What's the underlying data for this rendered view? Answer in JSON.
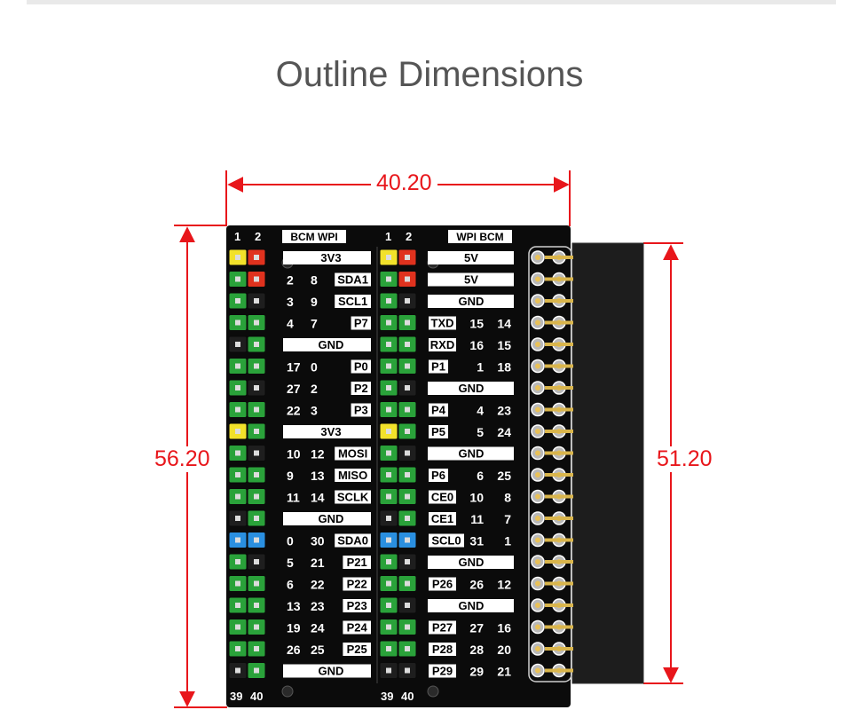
{
  "title": "Outline Dimensions",
  "dimensions": {
    "width": "40.20",
    "height": "56.20",
    "header_height": "51.20"
  },
  "board": {
    "left_header": {
      "col1": "1",
      "col2": "2",
      "bottom1": "39",
      "bottom2": "40",
      "label": "BCM WPI"
    },
    "right_header": {
      "col1": "1",
      "col2": "2",
      "bottom1": "39",
      "bottom2": "40",
      "label": "WPI BCM"
    },
    "left_rows": [
      {
        "n1": "",
        "n2": "",
        "lbl": "3V3",
        "style": "bar"
      },
      {
        "n1": "2",
        "n2": "8",
        "lbl": "SDA1",
        "style": "box"
      },
      {
        "n1": "3",
        "n2": "9",
        "lbl": "SCL1",
        "style": "box"
      },
      {
        "n1": "4",
        "n2": "7",
        "lbl": "P7",
        "style": "box"
      },
      {
        "n1": "",
        "n2": "",
        "lbl": "GND",
        "style": "bar"
      },
      {
        "n1": "17",
        "n2": "0",
        "lbl": "P0",
        "style": "box"
      },
      {
        "n1": "27",
        "n2": "2",
        "lbl": "P2",
        "style": "box"
      },
      {
        "n1": "22",
        "n2": "3",
        "lbl": "P3",
        "style": "box"
      },
      {
        "n1": "",
        "n2": "",
        "lbl": "3V3",
        "style": "bar"
      },
      {
        "n1": "10",
        "n2": "12",
        "lbl": "MOSI",
        "style": "box"
      },
      {
        "n1": "9",
        "n2": "13",
        "lbl": "MISO",
        "style": "box"
      },
      {
        "n1": "11",
        "n2": "14",
        "lbl": "SCLK",
        "style": "box"
      },
      {
        "n1": "",
        "n2": "",
        "lbl": "GND",
        "style": "bar"
      },
      {
        "n1": "0",
        "n2": "30",
        "lbl": "SDA0",
        "style": "box"
      },
      {
        "n1": "5",
        "n2": "21",
        "lbl": "P21",
        "style": "box"
      },
      {
        "n1": "6",
        "n2": "22",
        "lbl": "P22",
        "style": "box"
      },
      {
        "n1": "13",
        "n2": "23",
        "lbl": "P23",
        "style": "box"
      },
      {
        "n1": "19",
        "n2": "24",
        "lbl": "P24",
        "style": "box"
      },
      {
        "n1": "26",
        "n2": "25",
        "lbl": "P25",
        "style": "box"
      },
      {
        "n1": "",
        "n2": "",
        "lbl": "GND",
        "style": "bar"
      }
    ],
    "right_rows": [
      {
        "lbl": "5V",
        "n1": "",
        "n2": "",
        "style": "bar"
      },
      {
        "lbl": "5V",
        "n1": "",
        "n2": "",
        "style": "bar"
      },
      {
        "lbl": "GND",
        "n1": "",
        "n2": "",
        "style": "bar"
      },
      {
        "lbl": "TXD",
        "n1": "15",
        "n2": "14",
        "style": "box"
      },
      {
        "lbl": "RXD",
        "n1": "16",
        "n2": "15",
        "style": "box"
      },
      {
        "lbl": "P1",
        "n1": "1",
        "n2": "18",
        "style": "box"
      },
      {
        "lbl": "GND",
        "n1": "",
        "n2": "",
        "style": "bar"
      },
      {
        "lbl": "P4",
        "n1": "4",
        "n2": "23",
        "style": "box"
      },
      {
        "lbl": "P5",
        "n1": "5",
        "n2": "24",
        "style": "box"
      },
      {
        "lbl": "GND",
        "n1": "",
        "n2": "",
        "style": "bar"
      },
      {
        "lbl": "P6",
        "n1": "6",
        "n2": "25",
        "style": "box"
      },
      {
        "lbl": "CE0",
        "n1": "10",
        "n2": "8",
        "style": "box"
      },
      {
        "lbl": "CE1",
        "n1": "11",
        "n2": "7",
        "style": "box"
      },
      {
        "lbl": "SCL0",
        "n1": "31",
        "n2": "1",
        "style": "box"
      },
      {
        "lbl": "GND",
        "n1": "",
        "n2": "",
        "style": "bar"
      },
      {
        "lbl": "P26",
        "n1": "26",
        "n2": "12",
        "style": "box"
      },
      {
        "lbl": "GND",
        "n1": "",
        "n2": "",
        "style": "bar"
      },
      {
        "lbl": "P27",
        "n1": "27",
        "n2": "16",
        "style": "box"
      },
      {
        "lbl": "P28",
        "n1": "28",
        "n2": "20",
        "style": "box"
      },
      {
        "lbl": "P29",
        "n1": "29",
        "n2": "21",
        "style": "box"
      }
    ],
    "left_jumpers": [
      [
        "yellow",
        "red"
      ],
      [
        "green",
        "red"
      ],
      [
        "green",
        "black"
      ],
      [
        "green",
        "green"
      ],
      [
        "black",
        "green"
      ],
      [
        "green",
        "green"
      ],
      [
        "green",
        "black"
      ],
      [
        "green",
        "green"
      ],
      [
        "yellow",
        "green"
      ],
      [
        "green",
        "black"
      ],
      [
        "green",
        "green"
      ],
      [
        "green",
        "green"
      ],
      [
        "black",
        "green"
      ],
      [
        "blue",
        "blue"
      ],
      [
        "green",
        "black"
      ],
      [
        "green",
        "green"
      ],
      [
        "green",
        "green"
      ],
      [
        "green",
        "green"
      ],
      [
        "green",
        "green"
      ],
      [
        "black",
        "green"
      ]
    ],
    "right_jumpers": [
      [
        "yellow",
        "red"
      ],
      [
        "green",
        "red"
      ],
      [
        "green",
        "black"
      ],
      [
        "green",
        "green"
      ],
      [
        "green",
        "green"
      ],
      [
        "green",
        "green"
      ],
      [
        "green",
        "black"
      ],
      [
        "green",
        "green"
      ],
      [
        "yellow",
        "green"
      ],
      [
        "green",
        "black"
      ],
      [
        "green",
        "green"
      ],
      [
        "green",
        "green"
      ],
      [
        "black",
        "green"
      ],
      [
        "blue",
        "blue"
      ],
      [
        "green",
        "black"
      ],
      [
        "green",
        "green"
      ],
      [
        "green",
        "black"
      ],
      [
        "green",
        "green"
      ],
      [
        "green",
        "green"
      ],
      [
        "black",
        "black"
      ]
    ]
  },
  "colors": {
    "dimension": "#e8161b",
    "pcb": "#0b0b0b",
    "jumper_green": "#2aa23a",
    "jumper_red": "#e0321e",
    "jumper_yellow": "#f2e12a",
    "jumper_blue": "#2a8fe0",
    "jumper_black": "#1e1e1e"
  }
}
